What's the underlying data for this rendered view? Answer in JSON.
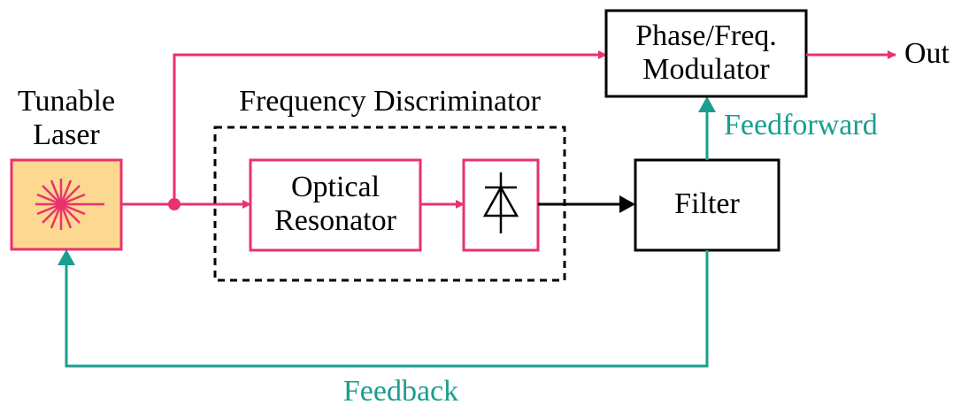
{
  "colors": {
    "optical": "#e8336d",
    "electrical": "#000000",
    "control": "#1a9e8f",
    "laser_fill": "#fcd891"
  },
  "icons": {
    "laser": "laser-starburst-icon",
    "photodiode": "photodiode-icon"
  },
  "laser": {
    "line1": "Tunable",
    "line2": "Laser"
  },
  "discriminator": {
    "title": "Frequency Discriminator"
  },
  "resonator": {
    "line1": "Optical",
    "line2": "Resonator"
  },
  "filter": {
    "label": "Filter"
  },
  "modulator": {
    "line1": "Phase/Freq.",
    "line2": "Modulator"
  },
  "output": {
    "label": "Out"
  },
  "feedforward": {
    "label": "Feedforward"
  },
  "feedback": {
    "label": "Feedback"
  }
}
